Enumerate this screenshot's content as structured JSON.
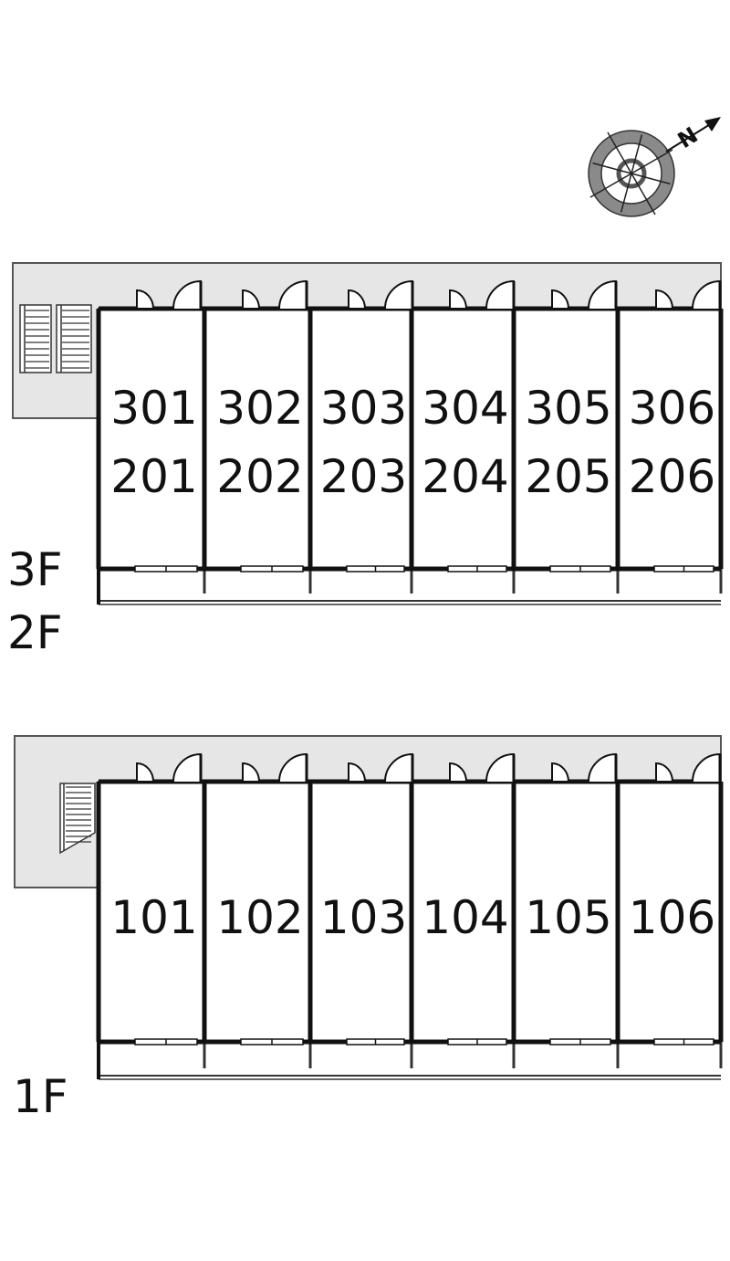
{
  "compass": {
    "north_letter": "N",
    "icon": "compass-icon"
  },
  "floors": [
    {
      "id": "upper",
      "labels": [
        "3F",
        "2F"
      ],
      "rows": [
        [
          "301",
          "302",
          "303",
          "304",
          "305",
          "306"
        ],
        [
          "201",
          "202",
          "203",
          "204",
          "205",
          "206"
        ]
      ]
    },
    {
      "id": "ground",
      "labels": [
        "1F"
      ],
      "rows": [
        [
          "101",
          "102",
          "103",
          "104",
          "105",
          "106"
        ]
      ]
    }
  ],
  "colors": {
    "corridor": "#e6e6e6",
    "wall": "#111111",
    "compass_ring": "#8a8a8a"
  }
}
